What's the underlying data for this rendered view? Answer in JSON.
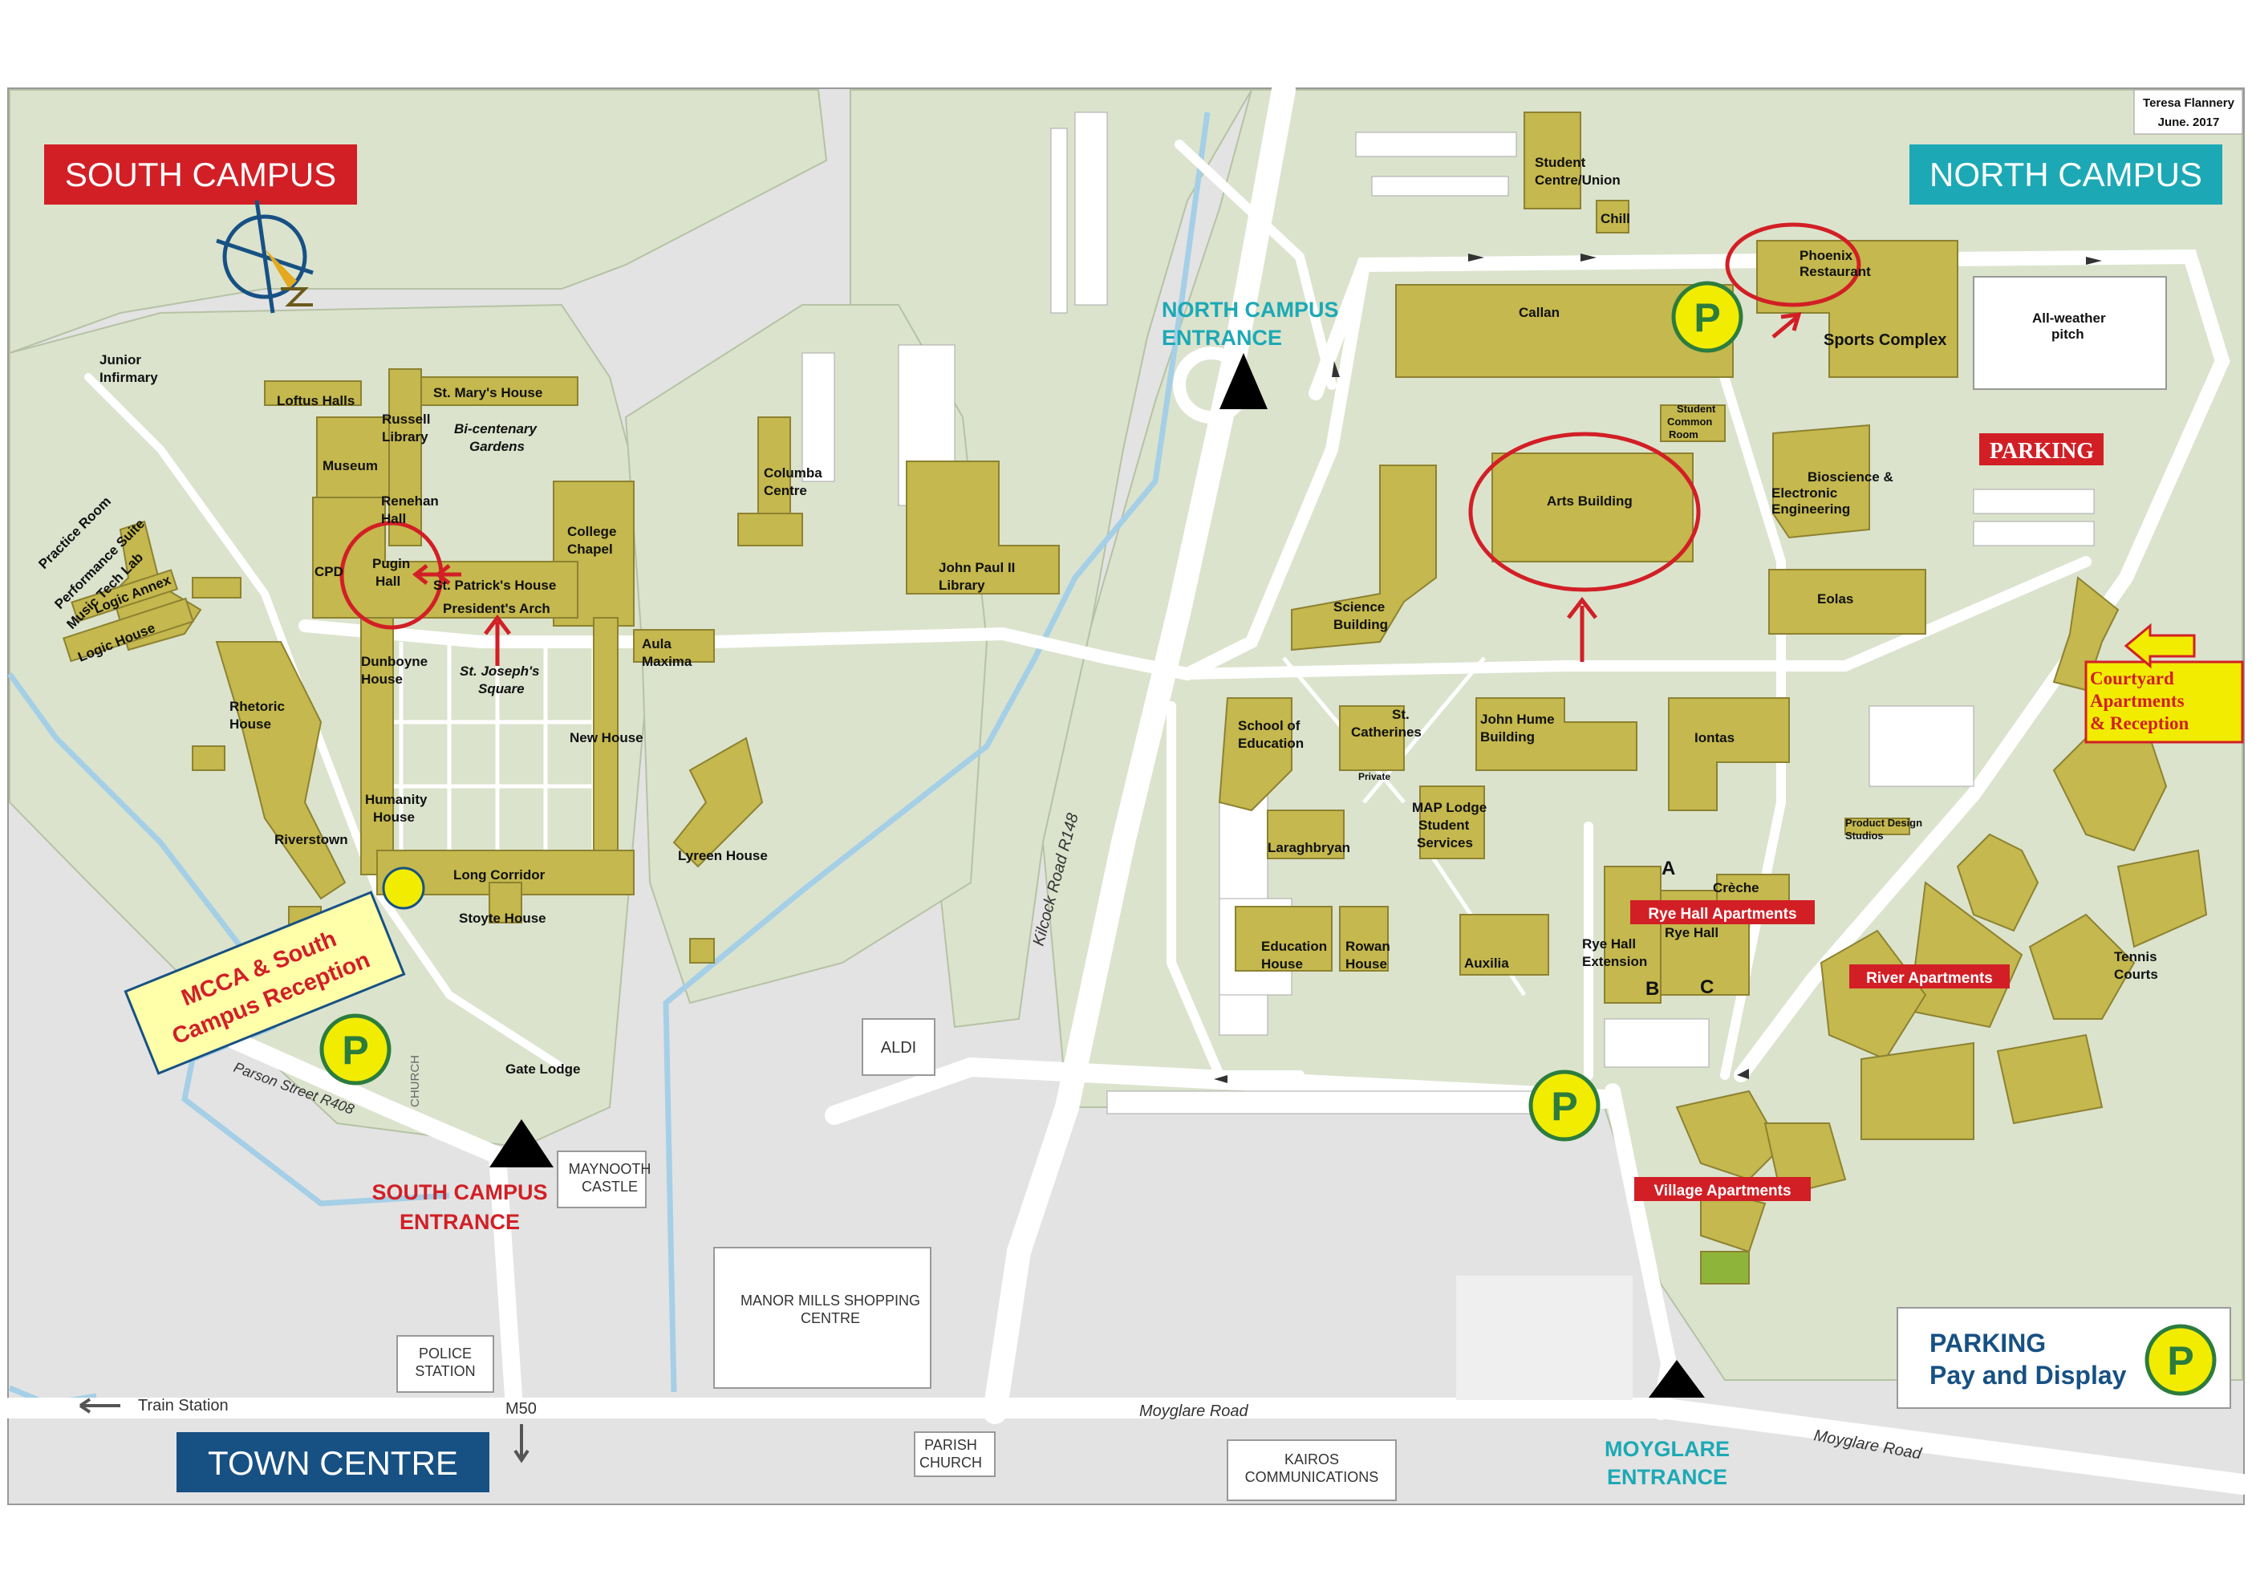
{
  "author": {
    "line1": "Teresa Flannery",
    "line2": "June. 2017"
  },
  "areas": {
    "south_campus": "SOUTH CAMPUS",
    "north_campus": "NORTH CAMPUS",
    "town_centre": "TOWN CENTRE"
  },
  "entrances": {
    "north": [
      "NORTH CAMPUS",
      "ENTRANCE"
    ],
    "south": [
      "SOUTH CAMPUS",
      "ENTRANCE"
    ],
    "moyglare": [
      "MOYGLARE",
      "ENTRANCE"
    ]
  },
  "highlights": {
    "reception": [
      "MCCA & South",
      "Campus Reception"
    ],
    "courtyard": [
      "Courtyard",
      "Apartments",
      "& Reception"
    ],
    "parking_label": "PARKING"
  },
  "legend": {
    "line1": "PARKING",
    "line2": "Pay and Display",
    "symbol": "P"
  },
  "parking_symbol": "P",
  "buildings_south": [
    "Junior",
    "Infirmary",
    "Loftus Halls",
    "St. Mary's House",
    "Russell",
    "Library",
    "Bi-centenary",
    "Gardens",
    "Museum",
    "Renehan",
    "Hall",
    "Pugin",
    "Hall",
    "CPD",
    "St. Patrick's House",
    "President's Arch",
    "College",
    "Chapel",
    "Columba",
    "Centre",
    "Practice Room",
    "Performance Suite",
    "Music Tech Lab",
    "Logic Annex",
    "Logic House",
    "Rhetoric",
    "House",
    "Dunboyne",
    "House",
    "St. Joseph's",
    "Square",
    "Aula",
    "Maxima",
    "New House",
    "Humanity",
    "House",
    "Riverstown",
    "Long Corridor",
    "Stoyte House",
    "Lyreen House",
    "Gate Lodge",
    "CHURCH"
  ],
  "buildings_north": [
    "Student",
    "Centre/Union",
    "Chill",
    "Phoenix",
    "Restaurant",
    "Callan",
    "Sports Complex",
    "All-weather",
    "pitch",
    "Student",
    "Common",
    "Room",
    "Arts Building",
    "Bioscience &",
    "Electronic",
    "Engineering",
    "Eolas",
    "Science",
    "Building",
    "School of",
    "Education",
    "St.",
    "Catherines",
    "Private",
    "John Hume",
    "Building",
    "Iontas",
    "MAP Lodge",
    "Student",
    "Services",
    "Laraghbryan",
    "Product Design",
    "Studios",
    "A",
    "Crèche",
    "Rye Hall",
    "Rye Hall",
    "Extension",
    "B",
    "C",
    "Education",
    "House",
    "Rowan",
    "House",
    "Auxilia",
    "Tennis",
    "Courts",
    "John Paul II",
    "Library"
  ],
  "apartments": {
    "rye": "Rye Hall Apartments",
    "river": "River Apartments",
    "village": "Village Apartments"
  },
  "town": {
    "aldi": "ALDI",
    "castle": [
      "MAYNOOTH",
      "CASTLE"
    ],
    "mills": [
      "MANOR MILLS SHOPPING",
      "CENTRE"
    ],
    "police": [
      "POLICE",
      "STATION"
    ],
    "parish": [
      "PARISH",
      "CHURCH"
    ],
    "kairos": [
      "KAIROS",
      "COMMUNICATIONS"
    ],
    "train": "Train Station",
    "m50": "M50"
  },
  "roads": {
    "kilcock": "Kilcock Road R148",
    "parson": "Parson Street R408",
    "moyglare1": "Moyglare Road",
    "moyglare2": "Moyglare Road"
  },
  "colors": {
    "grass": "#dbe3cd",
    "building": "#c4b84e",
    "path": "#ffffff",
    "water": "#a5cfe6",
    "red": "#d21f26",
    "teal": "#1ca9b5",
    "navy": "#175184",
    "parking_fill": "#f1ec00",
    "parking_ring": "#2c7c3e"
  },
  "icons": [
    "compass-icon",
    "parking-icon",
    "entrance-triangle-icon",
    "direction-arrow-icon"
  ]
}
